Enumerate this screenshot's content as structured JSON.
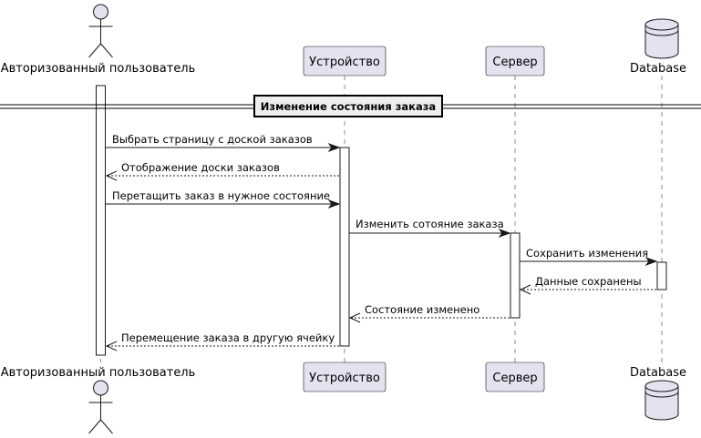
{
  "participants": {
    "user": "Авторизованный пользователь",
    "device": "Устройство",
    "server": "Сервер",
    "database": "Database"
  },
  "divider": {
    "label": "Изменение состояния заказа"
  },
  "messages": [
    {
      "text": "Выбрать страницу с доской заказов",
      "from": "user",
      "to": "device",
      "style": "solid"
    },
    {
      "text": "Отображение доски заказов",
      "from": "device",
      "to": "user",
      "style": "dashed"
    },
    {
      "text": "Перетащить заказ в нужное состояние",
      "from": "user",
      "to": "device",
      "style": "solid"
    },
    {
      "text": "Изменить сотояние заказа",
      "from": "device",
      "to": "server",
      "style": "solid"
    },
    {
      "text": "Сохранить изменения",
      "from": "server",
      "to": "database",
      "style": "solid"
    },
    {
      "text": "Данные сохранены",
      "from": "database",
      "to": "server",
      "style": "dashed"
    },
    {
      "text": "Состояние изменено",
      "from": "server",
      "to": "device",
      "style": "dashed"
    },
    {
      "text": "Перемещение заказа в другую ячейку",
      "from": "device",
      "to": "user",
      "style": "dashed"
    }
  ],
  "colors": {
    "participant_fill": "#E2E2F0",
    "border": "#181818",
    "lifeline": "#8C8C8C",
    "divider_fill": "#EEEEEE"
  }
}
